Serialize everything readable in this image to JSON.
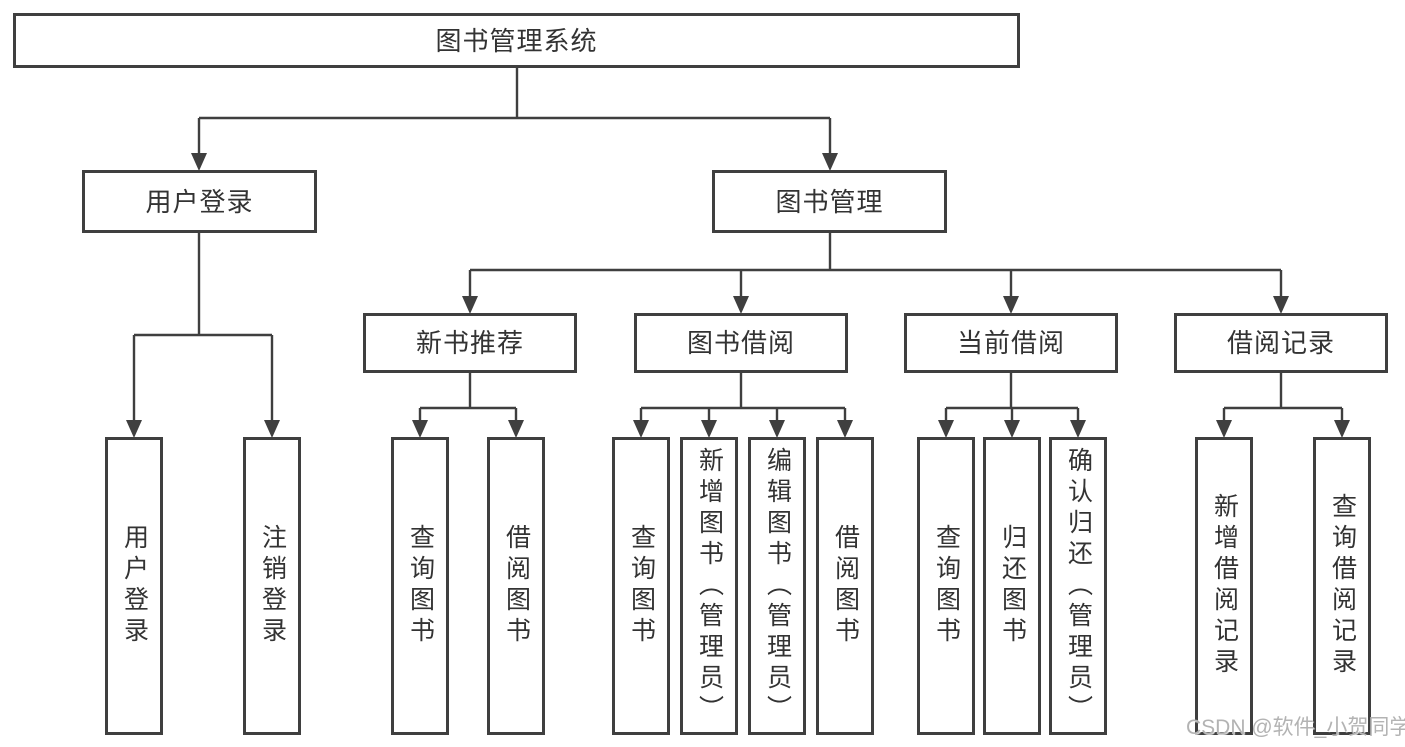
{
  "title": "图书管理系统",
  "level2": [
    "用户登录",
    "图书管理"
  ],
  "level3": [
    "新书推荐",
    "图书借阅",
    "当前借阅",
    "借阅记录"
  ],
  "leaves": {
    "user_login": [
      "用户登录",
      "注销登录"
    ],
    "new_book_rec": [
      "查询图书",
      "借阅图书"
    ],
    "book_borrow": [
      "查询图书",
      "新增图书（管理员）",
      "编辑图书（管理员）",
      "借阅图书"
    ],
    "current_borrow": [
      "查询图书",
      "归还图书",
      "确认归还（管理员）"
    ],
    "borrow_records": [
      "新增借阅记录",
      "查询借阅记录"
    ]
  },
  "watermark": "CSDN @软件_小贺同学",
  "colors": {
    "line": "#3f3f3f",
    "text": "#333333",
    "watermark": "#b3b3b3",
    "background": "#ffffff"
  }
}
